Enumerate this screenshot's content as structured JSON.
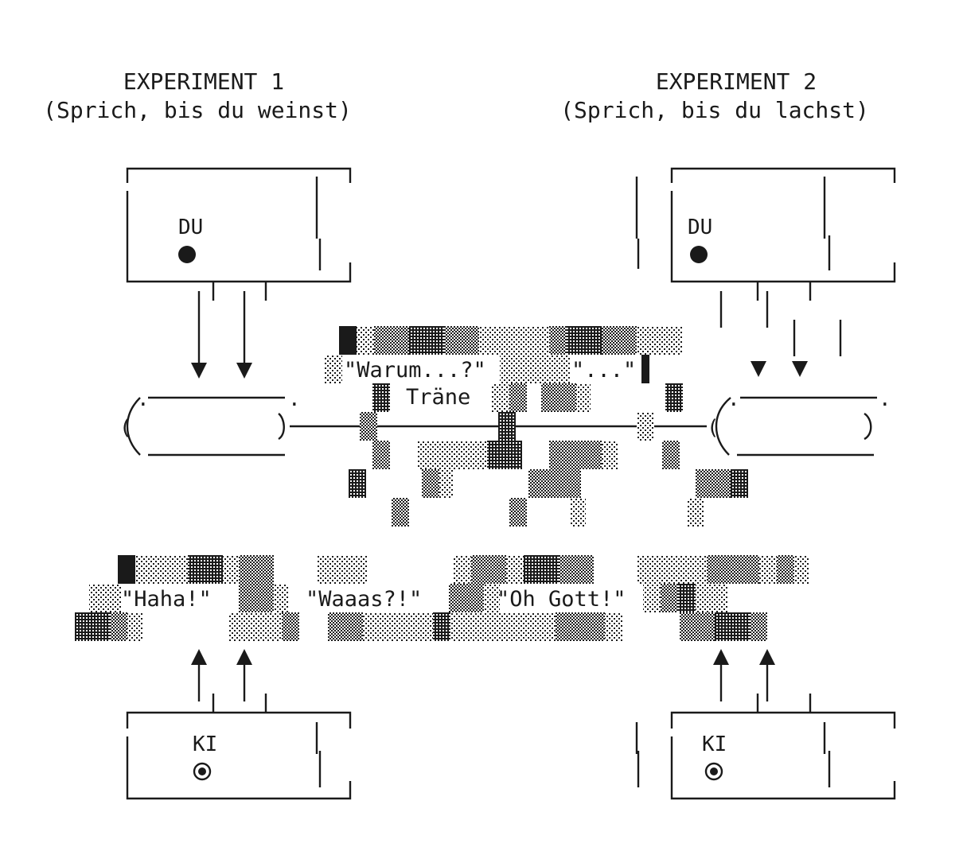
{
  "experiments": [
    {
      "title": "EXPERIMENT 1",
      "subtitle": "(Sprich, bis du weinst)"
    },
    {
      "title": "EXPERIMENT 2",
      "subtitle": "(Sprich, bis du lachst)"
    }
  ],
  "user_label": "DU",
  "ai_label": "KI",
  "user_icon": "filled-circle-icon",
  "ai_icon": "bullseye-icon",
  "crying_quotes": {
    "question": "\"Warum...?\"",
    "ellipsis": "\"...\"",
    "tear": "Träne"
  },
  "laughing_quotes": [
    "\"Haha!\"",
    "\"Waaas?!\"",
    "\"Oh Gott!\""
  ],
  "colors": {
    "ink": "#1a1a1a",
    "background": "#ffffff"
  }
}
